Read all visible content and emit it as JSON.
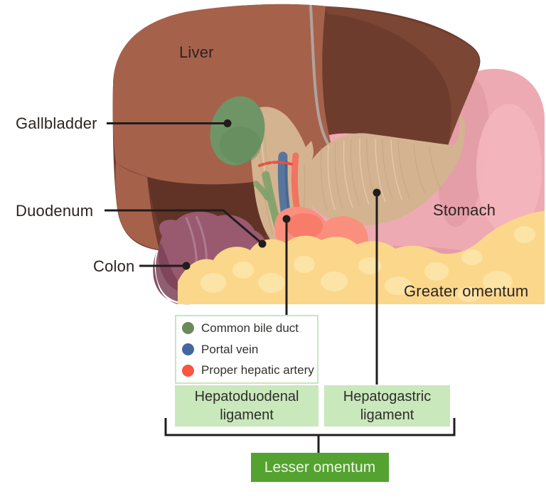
{
  "figure_labels": {
    "liver": "Liver",
    "gallbladder": "Gallbladder",
    "duodenum": "Duodenum",
    "colon": "Colon",
    "stomach": "Stomach",
    "greater_omentum": "Greater omentum"
  },
  "legend": {
    "items": [
      {
        "label": "Common bile duct",
        "color": "#6b8a59"
      },
      {
        "label": "Portal vein",
        "color": "#44689e"
      },
      {
        "label": "Proper hepatic artery",
        "color": "#fb5440"
      }
    ]
  },
  "callout_boxes": {
    "hepatoduodenal": {
      "line1": "Hepatoduodenal",
      "line2": "ligament"
    },
    "hepatogastric": {
      "line1": "Hepatogastric",
      "line2": "ligament"
    },
    "lesser_omentum": "Lesser omentum"
  },
  "colors": {
    "liver_light": "#a6614b",
    "liver_mid": "#7c4634",
    "liver_dark": "#6e3c2d",
    "liver_shadow": "#5e3226",
    "gallbladder_green": "#6f9567",
    "stomach_pink": "#eeaab2",
    "stomach_shadow_pink": "#dc949e",
    "ligament_tan": "#d4b391",
    "omentum_yellow": "#fbd78b",
    "omentum_light": "#fde7ac",
    "duodenum_salmon": "#fb8f7e",
    "colon_plum": "#99596f",
    "colon_dark_plum": "#7c4258",
    "ligament_box_bg": "#c9e8bc",
    "legend_border": "#c7e7c0",
    "lesser_omentum_bg": "#54a22f",
    "callout_line": "#211d1c",
    "label_text": "#2b2422"
  }
}
